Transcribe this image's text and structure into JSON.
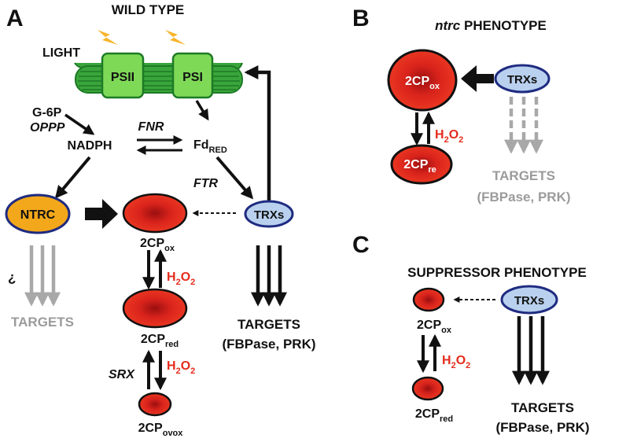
{
  "colors": {
    "black": "#111111",
    "red_label": "#e42b1c",
    "gray_text": "#9b9b9b",
    "gray_arrow": "#a8a8a8",
    "green_fill": "#7ed957",
    "green_edge": "#1d7a26",
    "membrane": "#3aa53a",
    "ntrc_fill": "#f3a81b",
    "trx_fill": "#b9d1ee",
    "trx_edge": "#1f2b80",
    "bolt": "#f6b52b"
  },
  "panels": {
    "a": {
      "letter": "A",
      "title": "WILD TYPE"
    },
    "b": {
      "letter": "B",
      "title_italic": "ntrc",
      "title_rest": " PHENOTYPE"
    },
    "c": {
      "letter": "C",
      "title": "SUPPRESSOR PHENOTYPE"
    }
  },
  "a": {
    "light": "LIGHT",
    "psii": "PSII",
    "psi": "PSI",
    "g6p": "G-6P",
    "oppp": "OPPP",
    "fnr": "FNR",
    "nadph": "NADPH",
    "fd": "Fd",
    "fd_sub": "RED",
    "ftr": "FTR",
    "ntrc": "NTRC",
    "trxs": "TRXs",
    "inverted_q": "¿",
    "targets_gray": "TARGETS",
    "cp_ox": {
      "main": "2CP",
      "sub": "ox"
    },
    "cp_red": {
      "main": "2CP",
      "sub": "red"
    },
    "cp_ovox": {
      "main": "2CP",
      "sub": "ovox"
    },
    "h2o2_1": {
      "h": "H",
      "two": "2",
      "o": "O",
      "two2": "2"
    },
    "h2o2_2": {
      "h": "H",
      "two": "2",
      "o": "O",
      "two2": "2"
    },
    "srx": "SRX",
    "targets": "TARGETS",
    "targets_detail": "(FBPase, PRK)"
  },
  "b": {
    "cp_ox": {
      "main": "2CP",
      "sub": "ox"
    },
    "cp_re": {
      "main": "2CP",
      "sub": "re"
    },
    "trxs": "TRXs",
    "h2o2": {
      "h": "H",
      "two": "2",
      "o": "O",
      "two2": "2"
    },
    "targets": "TARGETS",
    "targets_detail": "(FBPase, PRK)"
  },
  "c": {
    "trxs": "TRXs",
    "cp_ox": {
      "main": "2CP",
      "sub": "ox"
    },
    "cp_red": {
      "main": "2CP",
      "sub": "red"
    },
    "h2o2": {
      "h": "H",
      "two": "2",
      "o": "O",
      "two2": "2"
    },
    "targets": "TARGETS",
    "targets_detail": "(FBPase, PRK)"
  }
}
